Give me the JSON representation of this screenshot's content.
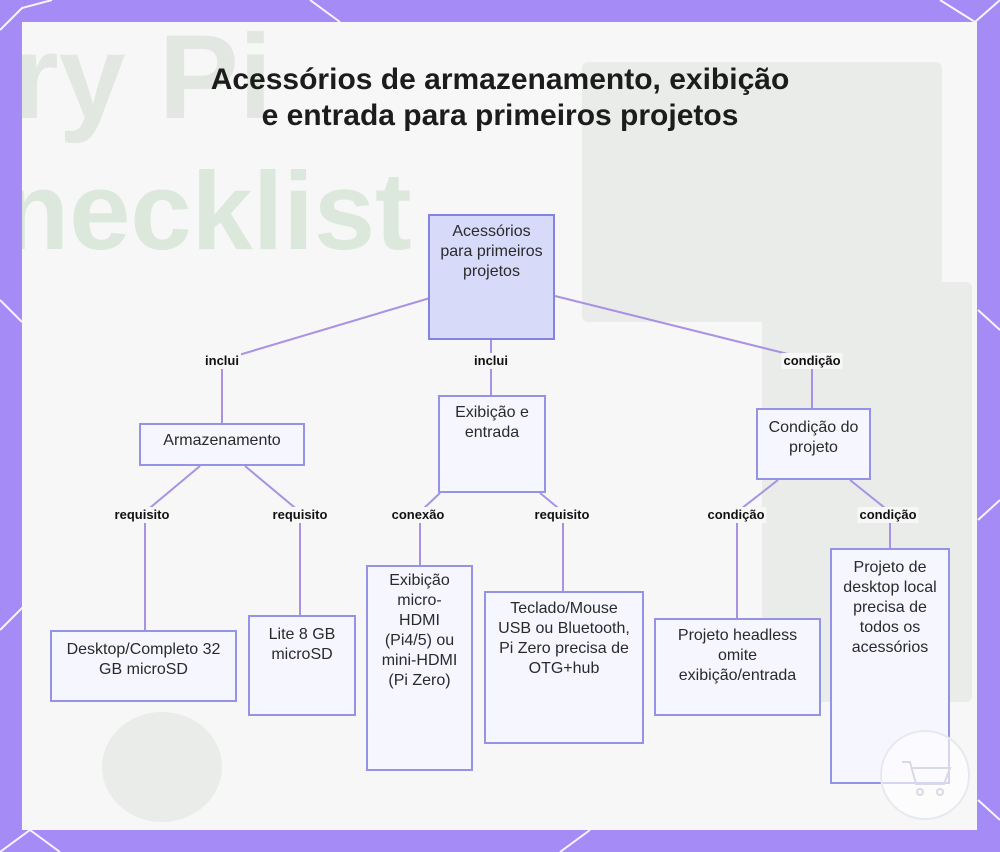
{
  "title": "Acessórios de armazenamento, exibição e entrada para primeiros projetos",
  "colors": {
    "frame": "#a58bf5",
    "node_fill": "#f6f6fe",
    "root_fill": "#d8daf9",
    "node_border": "#9493e6",
    "edge": "#a992e4"
  },
  "nodes": {
    "root": "Acessórios para primeiros projetos",
    "storage": "Armazenamento",
    "display": "Exibição e entrada",
    "condition": "Condição do projeto",
    "desktop_sd": "Desktop/Completo 32 GB microSD",
    "lite_sd": "Lite 8 GB microSD",
    "hdmi": "Exibição micro-HDMI (Pi4/5) ou mini-HDMI (Pi Zero)",
    "keyboard": "Teclado/Mouse USB ou Bluetooth, Pi Zero precisa de OTG+hub",
    "headless": "Projeto headless omite exibição/entrada",
    "desktop_local": "Projeto de desktop local precisa de todos os acessórios"
  },
  "edge_labels": {
    "root_storage": "inclui",
    "root_display": "inclui",
    "root_condition": "condição",
    "storage_desktop": "requisito",
    "storage_lite": "requisito",
    "display_hdmi": "conexão",
    "display_keyboard": "requisito",
    "condition_headless": "condição",
    "condition_desktop": "condição"
  }
}
